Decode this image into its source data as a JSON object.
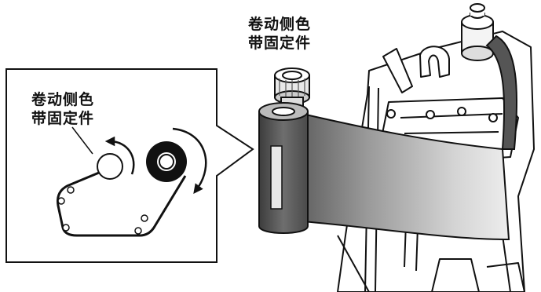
{
  "labels": {
    "main_callout": {
      "line1": "卷动侧色",
      "line2": "带固定件"
    },
    "inset_callout": {
      "line1": "卷动侧色",
      "line2": "带固定件"
    }
  },
  "colors": {
    "line": "#111111",
    "ribbon_dark": "#4a4a4a",
    "ribbon_mid": "#8e8e8e",
    "ribbon_light": "#e8e8e8",
    "fill_white": "#ffffff",
    "knob_grey": "#d8d8d8"
  },
  "icons": {
    "rotation_arrow_inset_left": "counterclockwise-arrow",
    "rotation_arrow_inset_right": "clockwise-arrow"
  }
}
